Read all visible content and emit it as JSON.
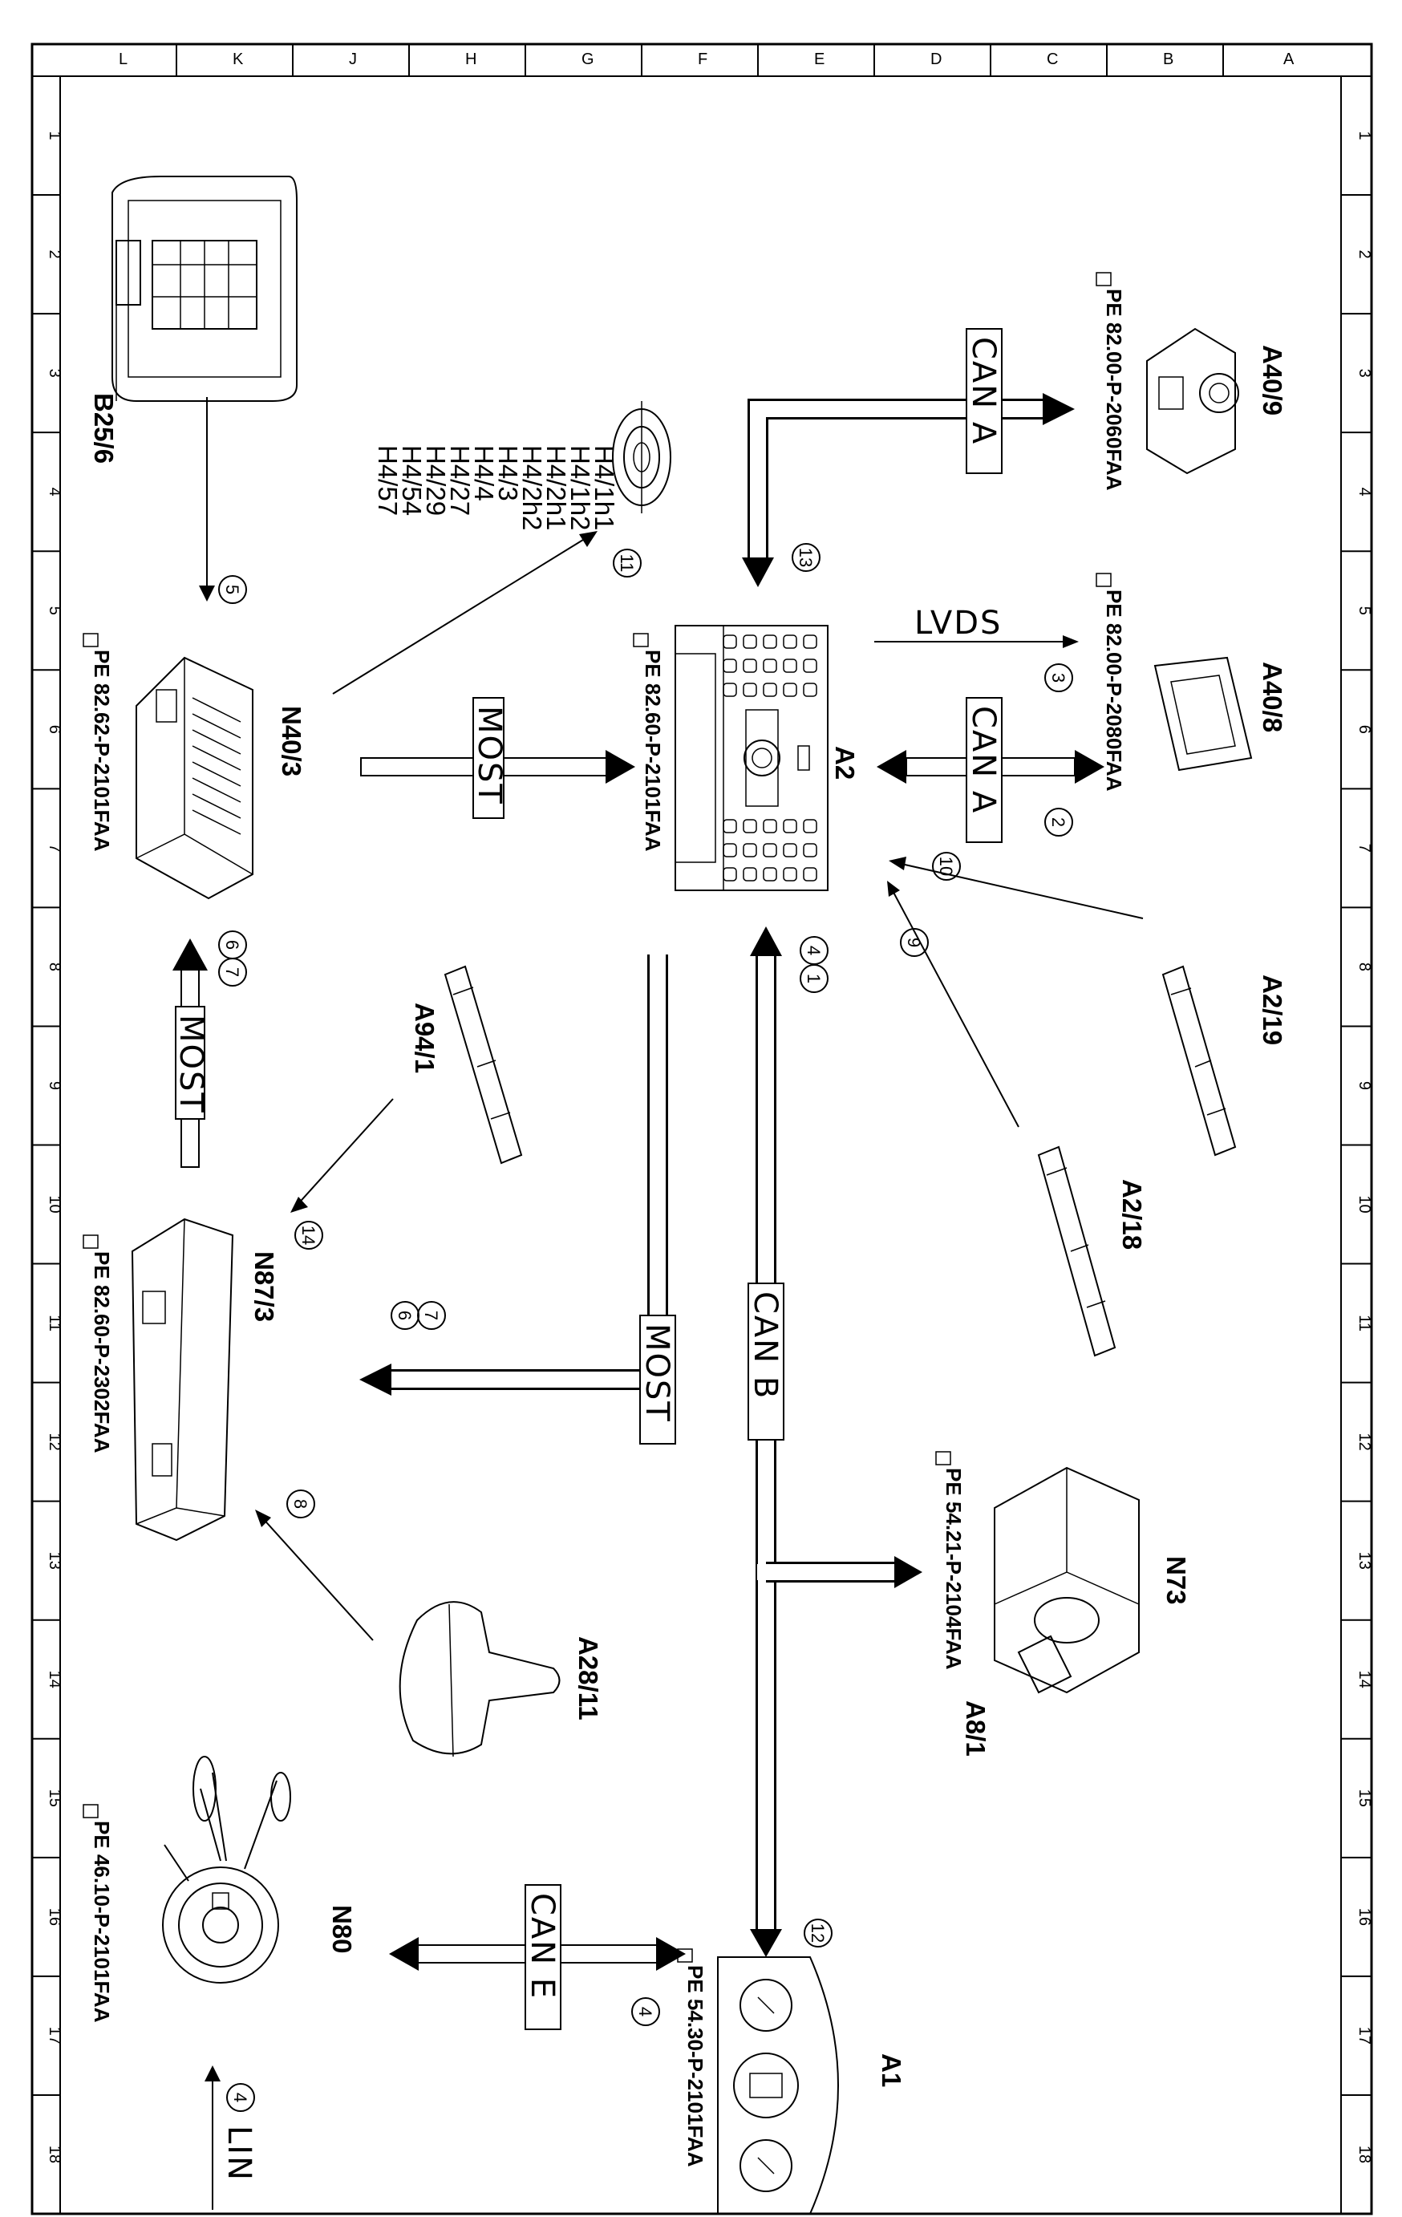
{
  "grid": {
    "letters": [
      "L",
      "K",
      "J",
      "H",
      "G",
      "F",
      "E",
      "D",
      "C",
      "B",
      "A"
    ],
    "numbers": [
      "1",
      "2",
      "3",
      "4",
      "5",
      "6",
      "7",
      "8",
      "9",
      "10",
      "11",
      "12",
      "13",
      "14",
      "15",
      "16",
      "17",
      "18"
    ]
  },
  "components": {
    "B25_6": "B25/6",
    "N40_3": "N40/3",
    "N40_3_ref": "PE 82.62-P-2101FAA",
    "A2": "A2",
    "A2_ref": "PE 82.60-P-2101FAA",
    "A40_9": "A40/9",
    "A40_9_ref": "PE 82.00-P-2060FAA",
    "A40_8": "A40/8",
    "A40_8_ref": "PE 82.00-P-2080FAA",
    "A2_19": "A2/19",
    "A2_18": "A2/18",
    "A94_1": "A94/1",
    "N87_3": "N87/3",
    "N87_3_ref": "PE 82.60-P-2302FAA",
    "N73": "N73",
    "A8_1": "A8/1",
    "N73_ref": "PE 54.21-P-2104FAA",
    "A28_11": "A28/11",
    "N80": "N80",
    "N80_ref": "PE 46.10-P-2101FAA",
    "A1": "A1",
    "A1_ref": "PE 54.30-P-2101FAA"
  },
  "speaker_labels": [
    "H4/1h1",
    "H4/1h2",
    "H4/2h1",
    "H4/2h2",
    "H4/3",
    "H4/4",
    "H4/27",
    "H4/29",
    "H4/54",
    "H4/57"
  ],
  "buses": {
    "can_a_top": "CAN A",
    "can_a_mid": "CAN A",
    "lvds": "LVDS",
    "most_n40": "MOST",
    "most_left": "MOST",
    "most_n87": "MOST",
    "can_b": "CAN B",
    "can_e": "CAN E",
    "lin": "LIN"
  },
  "callouts": {
    "c13": "13",
    "c3": "3",
    "c2": "2",
    "c10": "10",
    "c9": "9",
    "c11": "11",
    "c5": "5",
    "c6a": "6",
    "c7a": "7",
    "c4a": "4",
    "c1": "1",
    "c14": "14",
    "c6b": "6",
    "c7b": "7",
    "c8": "8",
    "c12": "12",
    "c4b": "4",
    "c4c": "4"
  },
  "ref_icon": "ref-book-icon"
}
